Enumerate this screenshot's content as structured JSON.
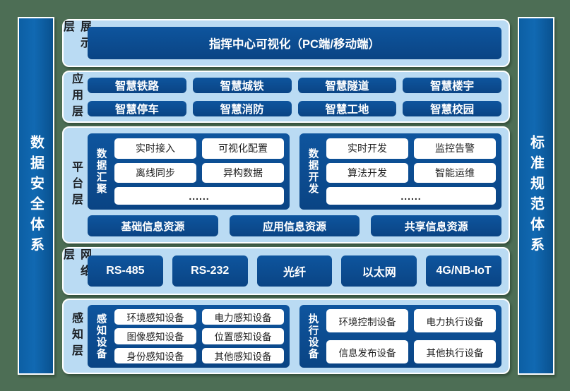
{
  "colors": {
    "background_green": "#4d6e55",
    "panel_light_blue": "#badbf3",
    "box_navy": "#0b4a8c",
    "pillar_blue": "#0c5fa4",
    "chip_bg": "#ffffff",
    "chip_text": "#1f1f1f",
    "label_text": "#1b1f24"
  },
  "sidebars": {
    "left": "数据安全体系",
    "right": "标准规范体系"
  },
  "layers": {
    "display": {
      "label": "展示层",
      "bar": "指挥中心可视化（PC端/移动端）"
    },
    "application": {
      "label": "应用层",
      "items": [
        "智慧铁路",
        "智慧城铁",
        "智慧隧道",
        "智慧楼宇",
        "智慧停车",
        "智慧消防",
        "智慧工地",
        "智慧校园"
      ]
    },
    "platform": {
      "label": "平台层",
      "groups": [
        {
          "label": "数据汇聚",
          "chips": [
            "实时接入",
            "可视化配置",
            "离线同步",
            "异构数据"
          ],
          "more": "......"
        },
        {
          "label": "数据开发",
          "chips": [
            "实时开发",
            "监控告警",
            "算法开发",
            "智能运维"
          ],
          "more": "......"
        }
      ],
      "resources": [
        "基础信息资源",
        "应用信息资源",
        "共享信息资源"
      ]
    },
    "network": {
      "label": "网络层",
      "items": [
        "RS-485",
        "RS-232",
        "光纤",
        "以太网",
        "4G/NB-IoT"
      ]
    },
    "perception": {
      "label": "感知层",
      "groups": [
        {
          "label": "感知设备",
          "chips": [
            "环境感知设备",
            "电力感知设备",
            "图像感知设备",
            "位置感知设备",
            "身份感知设备",
            "其他感知设备"
          ]
        },
        {
          "label": "执行设备",
          "chips": [
            "环境控制设备",
            "电力执行设备",
            "信息发布设备",
            "其他执行设备"
          ]
        }
      ]
    }
  }
}
